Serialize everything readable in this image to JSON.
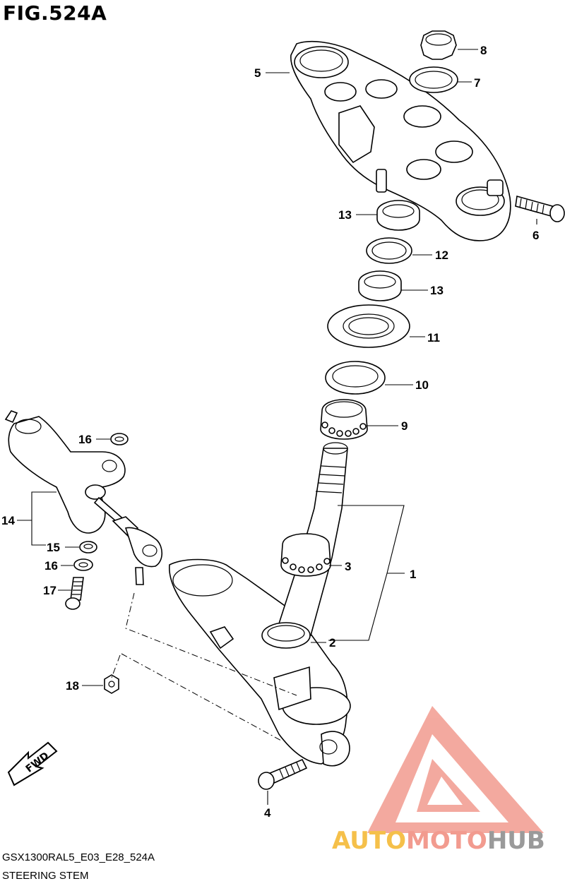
{
  "figure": {
    "title": "FIG.524A",
    "model_code": "GSX1300RAL5_E03_E28_524A",
    "caption": "STEERING STEM",
    "direction_badge": "FWD"
  },
  "callouts": [
    "1",
    "2",
    "3",
    "4",
    "5",
    "6",
    "7",
    "8",
    "9",
    "10",
    "11",
    "12",
    "13",
    "13",
    "14",
    "15",
    "16",
    "16",
    "17",
    "18"
  ],
  "watermark": {
    "text_a": "AUTO",
    "text_b": "MOTO",
    "text_c": "HUB",
    "color_a": "#f5c04a",
    "color_b": "#f29b8f",
    "color_c": "#9a9a9a",
    "logo_color": "#f29b8f"
  },
  "colors": {
    "line": "#000000",
    "background": "#ffffff"
  }
}
